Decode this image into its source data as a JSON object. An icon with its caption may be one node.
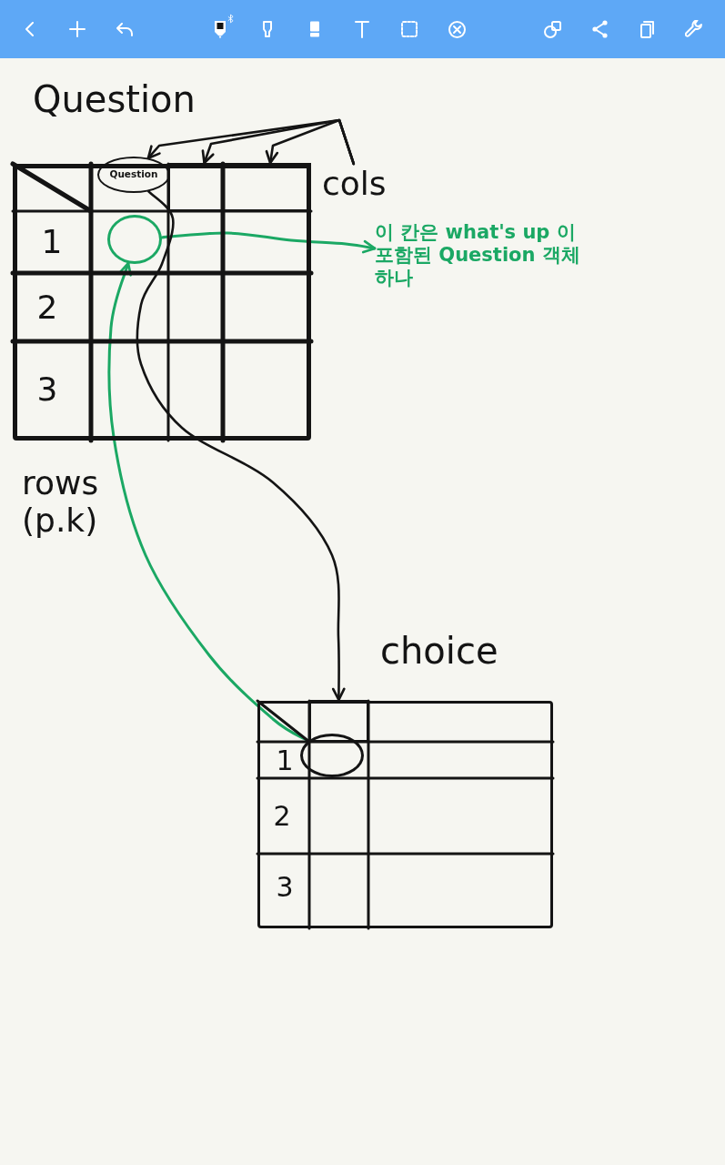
{
  "diagram": {
    "nodes": [
      {
        "text": [
          "Question"
        ]
      },
      {
        "text": [
          "Question"
        ],
        "in": 0
      },
      {
        "text": [],
        "shape": "box",
        "in": 0
      },
      {
        "text": [],
        "shape": "box",
        "in": 0
      },
      {
        "text": [],
        "shape": "circle",
        "in": 0
      },
      {
        "text": [
          "cols"
        ]
      },
      {
        "text": [
          "이 칸은 what's up 이 포함된 Question 객체 하나"
        ]
      },
      {
        "text": [
          "choice"
        ]
      },
      {
        "text": [],
        "shape": "box",
        "in": 7
      },
      {
        "text": [],
        "shape": "circle",
        "in": 7
      }
    ],
    "edges": [
      {
        "from": 5,
        "to": 1,
        "arrow": "to"
      },
      {
        "from": 5,
        "to": 2,
        "arrow": "to"
      },
      {
        "from": 5,
        "to": 3,
        "arrow": "to"
      },
      {
        "from": 4,
        "to": 6,
        "arrow": "to",
        "color": "#1ba864"
      },
      {
        "from": 9,
        "to": 4,
        "arrow": "to",
        "color": "#1ba864"
      },
      {
        "from": 1,
        "to": 8,
        "arrow": "to"
      }
    ],
    "labels": [
      "1",
      "2",
      "3",
      "rows (p.k)",
      "1",
      "2",
      "3"
    ]
  }
}
